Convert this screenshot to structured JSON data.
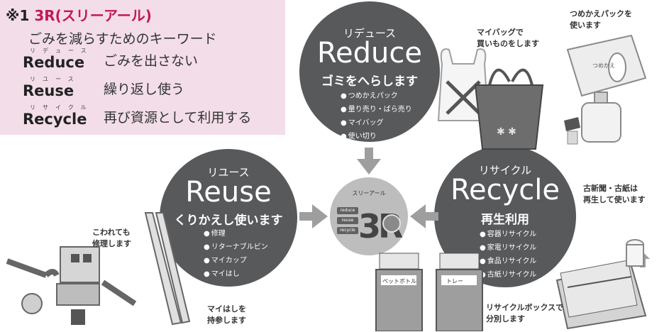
{
  "definition": {
    "title_prefix": "※1",
    "title_highlight": "3R(スリーアール)",
    "subtitle": "ごみを減らすためのキーワード",
    "terms": [
      {
        "ruby": "リデュース",
        "word": "Reduce",
        "desc": "ごみを出さない"
      },
      {
        "ruby": "リユース",
        "word": "Reuse",
        "desc": "繰り返し使う"
      },
      {
        "ruby": "リサイクル",
        "word": "Recycle",
        "desc": "再び資源として利用する"
      }
    ]
  },
  "reduce": {
    "kana": "リデュース",
    "english": "Reduce",
    "japanese": "ゴミをへらします",
    "items": [
      "つめかえパック",
      "量り売り・ばら売り",
      "マイバッグ",
      "使い切り"
    ]
  },
  "reuse": {
    "kana": "リユース",
    "english": "Reuse",
    "japanese": "くりかえし使います",
    "items": [
      "修理",
      "リターナブルビン",
      "マイカップ",
      "マイはし"
    ]
  },
  "recycle": {
    "kana": "リサイクル",
    "english": "Recycle",
    "japanese": "再生利用",
    "items": [
      "容器リサイクル",
      "家電リサイクル",
      "食品リサイクル",
      "古紙リサイクル"
    ]
  },
  "emblem": {
    "label": "スリーアール",
    "tags": [
      "reduce",
      "reuse",
      "recycle"
    ],
    "mark": "3R"
  },
  "captions": {
    "mybag": [
      "マイバッグで",
      "買いものをします"
    ],
    "refill": [
      "つめかえパックを",
      "使います"
    ],
    "repair": [
      "こわれても",
      "修理します"
    ],
    "chopsticks": [
      "マイはしを",
      "持参します"
    ],
    "newspaper": [
      "古新聞・古紙は",
      "再生して使います"
    ],
    "recyclebox": [
      "リサイクルボックスで",
      "分別します"
    ]
  },
  "box_labels": [
    "ペットボトル",
    "トレー"
  ],
  "refill_pack_label": "つめかえ",
  "colors": {
    "circle": "#58595b",
    "definition_bg": "#f2dde8",
    "highlight": "#c2185b",
    "arrow": "#9e9e9e"
  }
}
